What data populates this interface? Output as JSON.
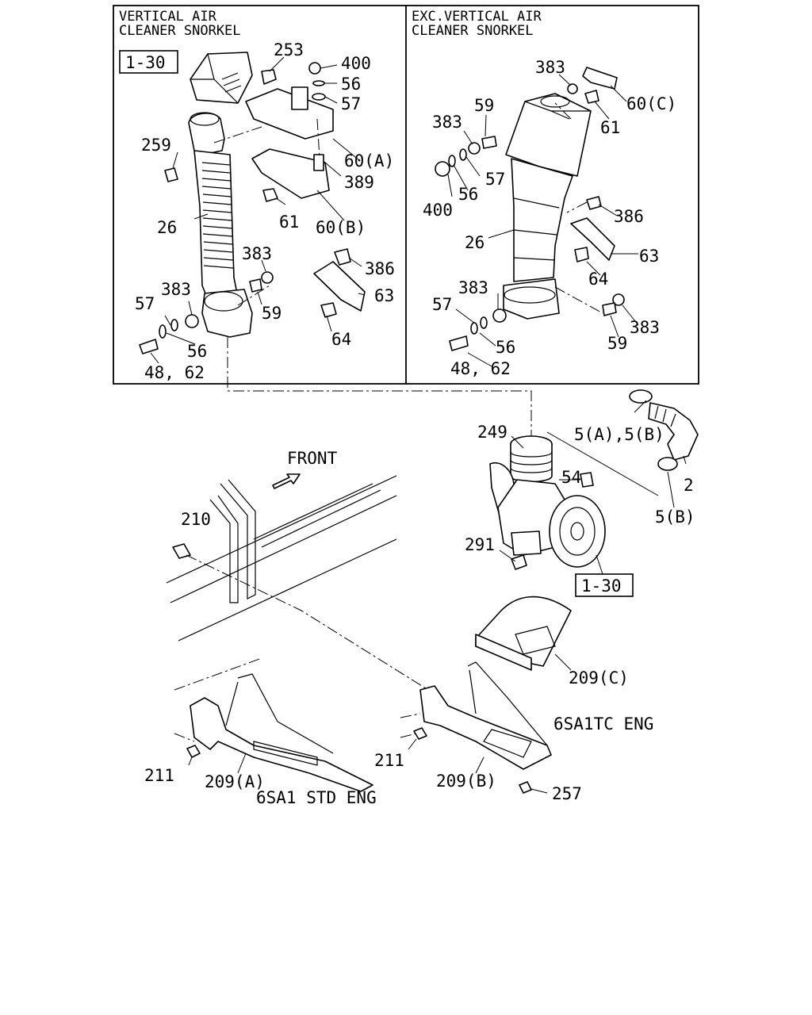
{
  "panels": {
    "left_title_line1": "VERTICAL AIR",
    "left_title_line2": "CLEANER SNORKEL",
    "right_title_line1": "EXC.VERTICAL AIR",
    "right_title_line2": "CLEANER SNORKEL"
  },
  "refs": {
    "left_ref": "1-30",
    "bottom_ref": "1-30"
  },
  "callouts": {
    "left": {
      "p253": "253",
      "p400": "400",
      "p56a": "56",
      "p57a": "57",
      "p60a": "60(A)",
      "p389": "389",
      "p60b": "60(B)",
      "p61": "61",
      "p259": "259",
      "p26": "26",
      "p383a": "383",
      "p386": "386",
      "p63": "63",
      "p59": "59",
      "p64": "64",
      "p383b": "383",
      "p57b": "57",
      "p56b": "56",
      "p4862": "48, 62"
    },
    "right": {
      "p383a": "383",
      "p60c": "60(C)",
      "p61": "61",
      "p59a": "59",
      "p383b": "383",
      "p57a": "57",
      "p56a": "56",
      "p400": "400",
      "p386": "386",
      "p26": "26",
      "p63": "63",
      "p64": "64",
      "p383c": "383",
      "p57b": "57",
      "p383d": "383",
      "p59b": "59",
      "p56b": "56",
      "p4862": "48, 62"
    },
    "lower": {
      "p249": "249",
      "p5a5b": "5(A),5(B)",
      "p54": "54",
      "p2": "2",
      "p5b": "5(B)",
      "p291": "291",
      "p210": "210",
      "p209c": "209(C)",
      "p211a": "211",
      "p209a": "209(A)",
      "p211b": "211",
      "p209b": "209(B)",
      "p257": "257"
    }
  },
  "notes": {
    "front": "FRONT",
    "eng_std": "6SA1 STD ENG",
    "eng_tc": "6SA1TC ENG"
  }
}
